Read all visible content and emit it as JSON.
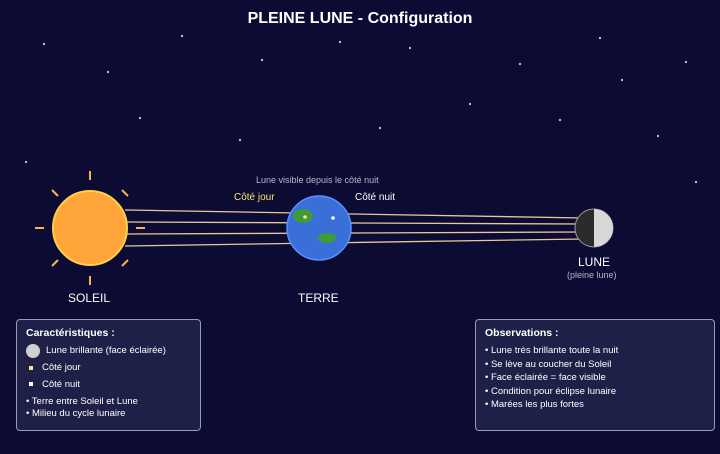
{
  "title": "PLEINE LUNE - Configuration",
  "sun": {
    "label": "SOLEIL",
    "color": "#ffa53a"
  },
  "earth": {
    "label": "TERRE",
    "visible_note": "Lune visible depuis le côté nuit",
    "day_side": "Côté jour",
    "night_side": "Côté nuit",
    "color": "#3a6fd8"
  },
  "moon": {
    "label": "LUNE",
    "sublabel": "(pleine lune)"
  },
  "characteristics": {
    "title": "Caractéristiques :",
    "moon_bright": "Lune brillante (face éclairée)",
    "day_side": "Côté jour",
    "night_side": "Côté nuit",
    "notes": [
      "• Terre entre Soleil et Lune",
      "• Milieu du cycle lunaire"
    ]
  },
  "observations": {
    "title": "Observations :",
    "items": [
      "• Lune très brillante toute la nuit",
      "• Se lève au coucher du Soleil",
      "• Face éclairée = face visible",
      "• Condition pour éclipse lunaire",
      "• Marées les plus fortes"
    ]
  }
}
